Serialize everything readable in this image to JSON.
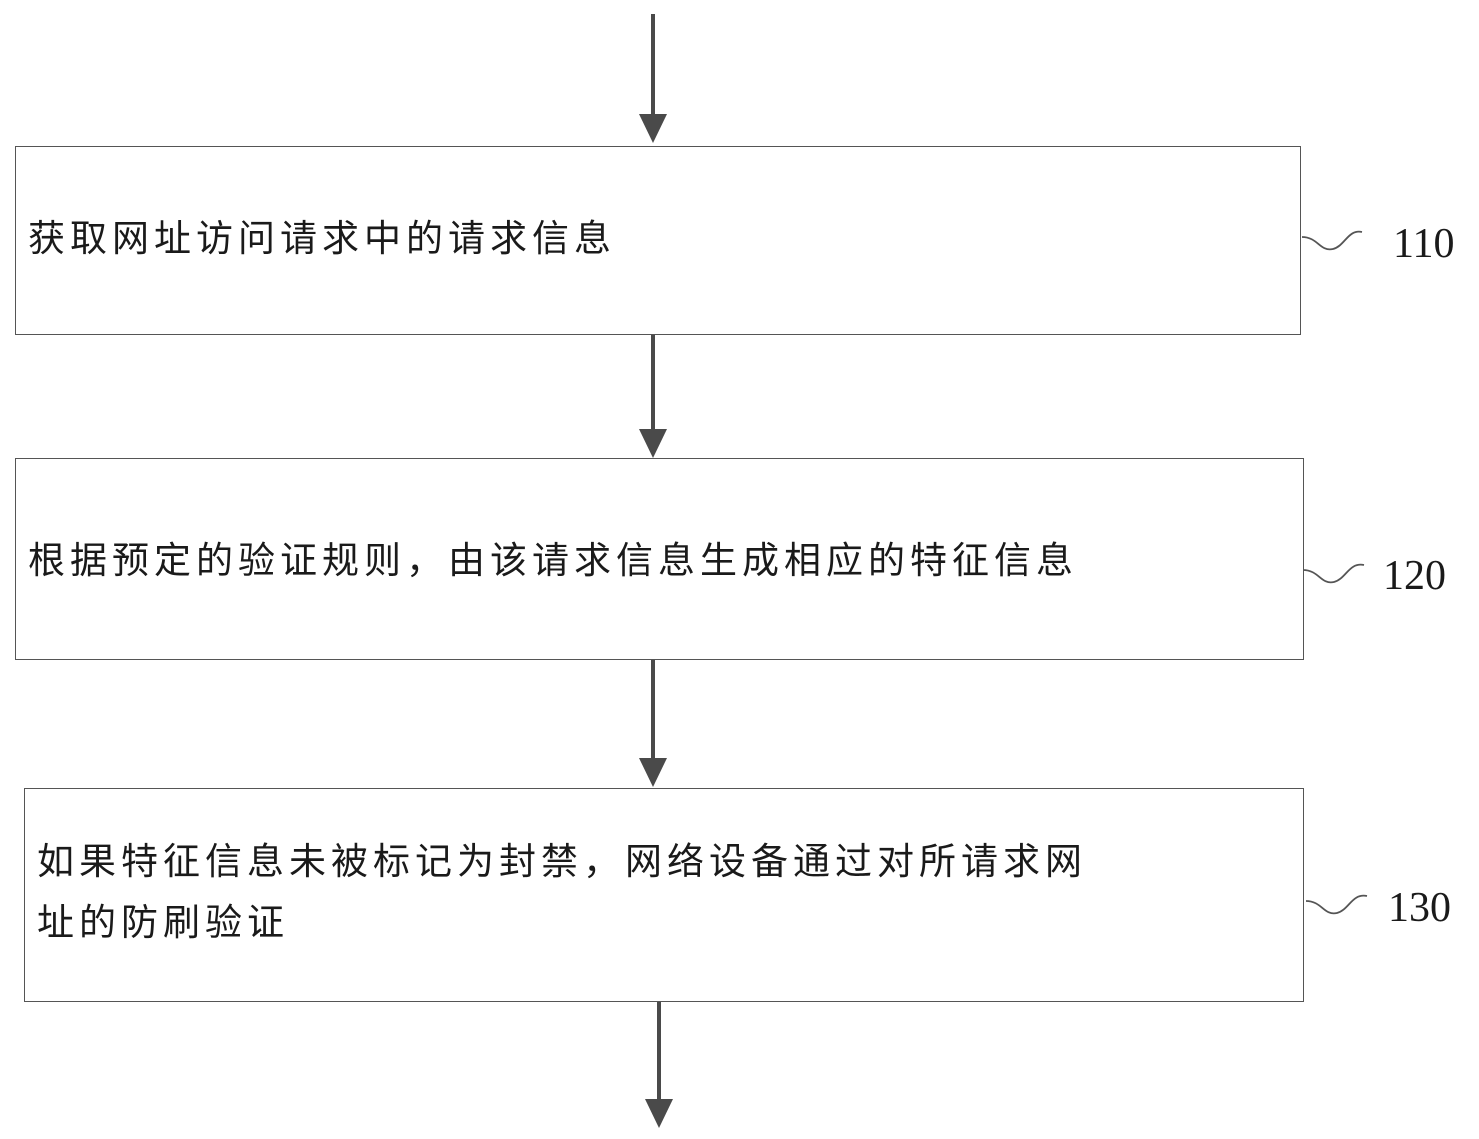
{
  "steps": [
    {
      "id": "110",
      "lines": [
        "获取网址访问请求中的请求信息"
      ]
    },
    {
      "id": "120",
      "lines": [
        "根据预定的验证规则，由该请求信息生成相应的特征信息"
      ]
    },
    {
      "id": "130",
      "lines": [
        "如果特征信息未被标记为封禁，网络设备通过对所请求网",
        "址的防刷验证"
      ]
    }
  ],
  "colors": {
    "stroke": "#555555",
    "text": "#1a1a1a",
    "background": "#ffffff"
  }
}
